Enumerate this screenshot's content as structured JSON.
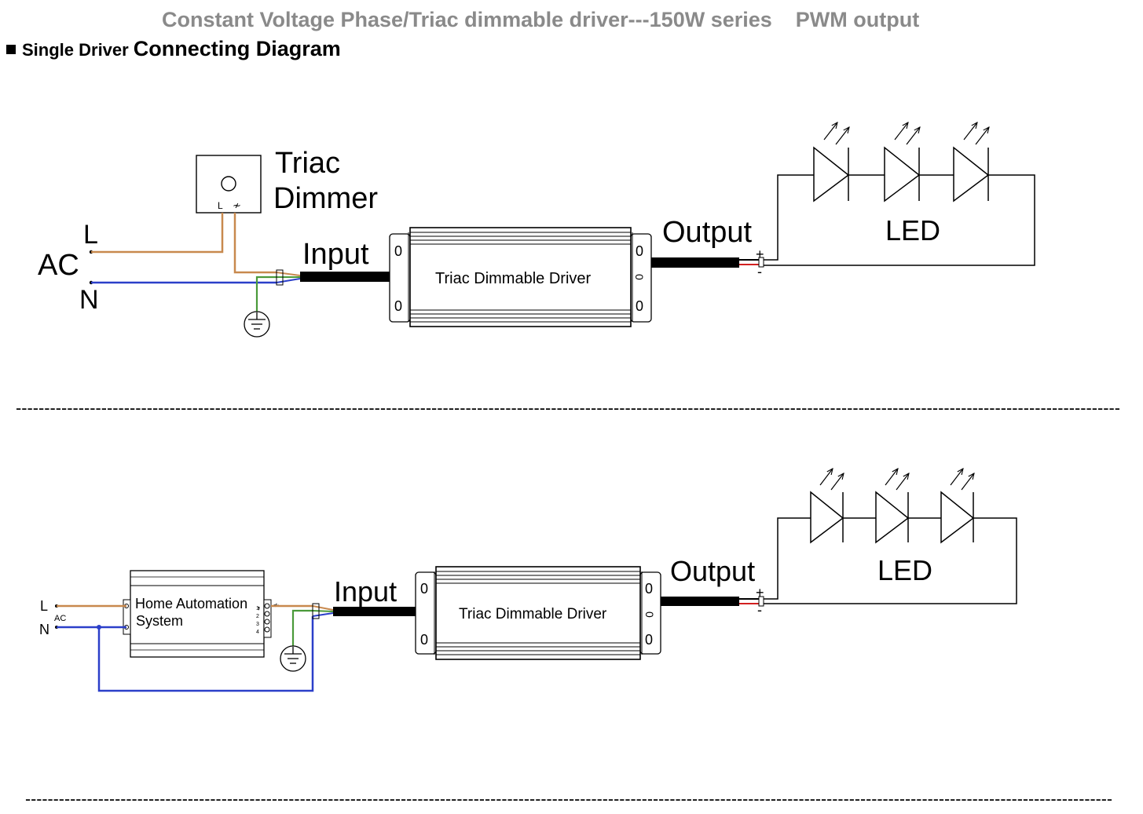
{
  "header": {
    "title": "Constant Voltage Phase/Triac dimmable driver---150W series    PWM output"
  },
  "section": {
    "label": "Single Driver",
    "title": "Connecting Diagram"
  },
  "diagram1": {
    "ac_label": "AC",
    "l_label": "L",
    "n_label": "N",
    "dimmer_title": "Triac",
    "dimmer_title2": "Dimmer",
    "dimmer_l": "L",
    "dimmer_dim": "≁",
    "input_label": "Input",
    "output_label": "Output",
    "driver_label": "Triac Dimmable Driver",
    "led_label": "LED",
    "plus": "+",
    "minus": "-",
    "screw": "0"
  },
  "diagram2": {
    "l_label": "L",
    "n_label": "N",
    "ac_label": "AC",
    "home_line1": "Home Automation",
    "home_line2": "System",
    "home_comma": ",",
    "dim_symbol": "≁",
    "term1": "1",
    "term2": "2",
    "term3": "3",
    "term4": "4",
    "input_label": "Input",
    "output_label": "Output",
    "driver_label": "Triac Dimmable Driver",
    "led_label": "LED",
    "plus": "+",
    "minus": "-",
    "screw": "0"
  },
  "separator": "--------------------------------------------------------------------------------------------------------------------------------------------------------------------------------------------------",
  "colors": {
    "line_wire": "#c8894e",
    "neutral_wire": "#2b3fc9",
    "earth_wire": "#4a9a3a",
    "cable": "#000000",
    "output_red": "#d22020",
    "title_gray": "#8a8a8a"
  }
}
